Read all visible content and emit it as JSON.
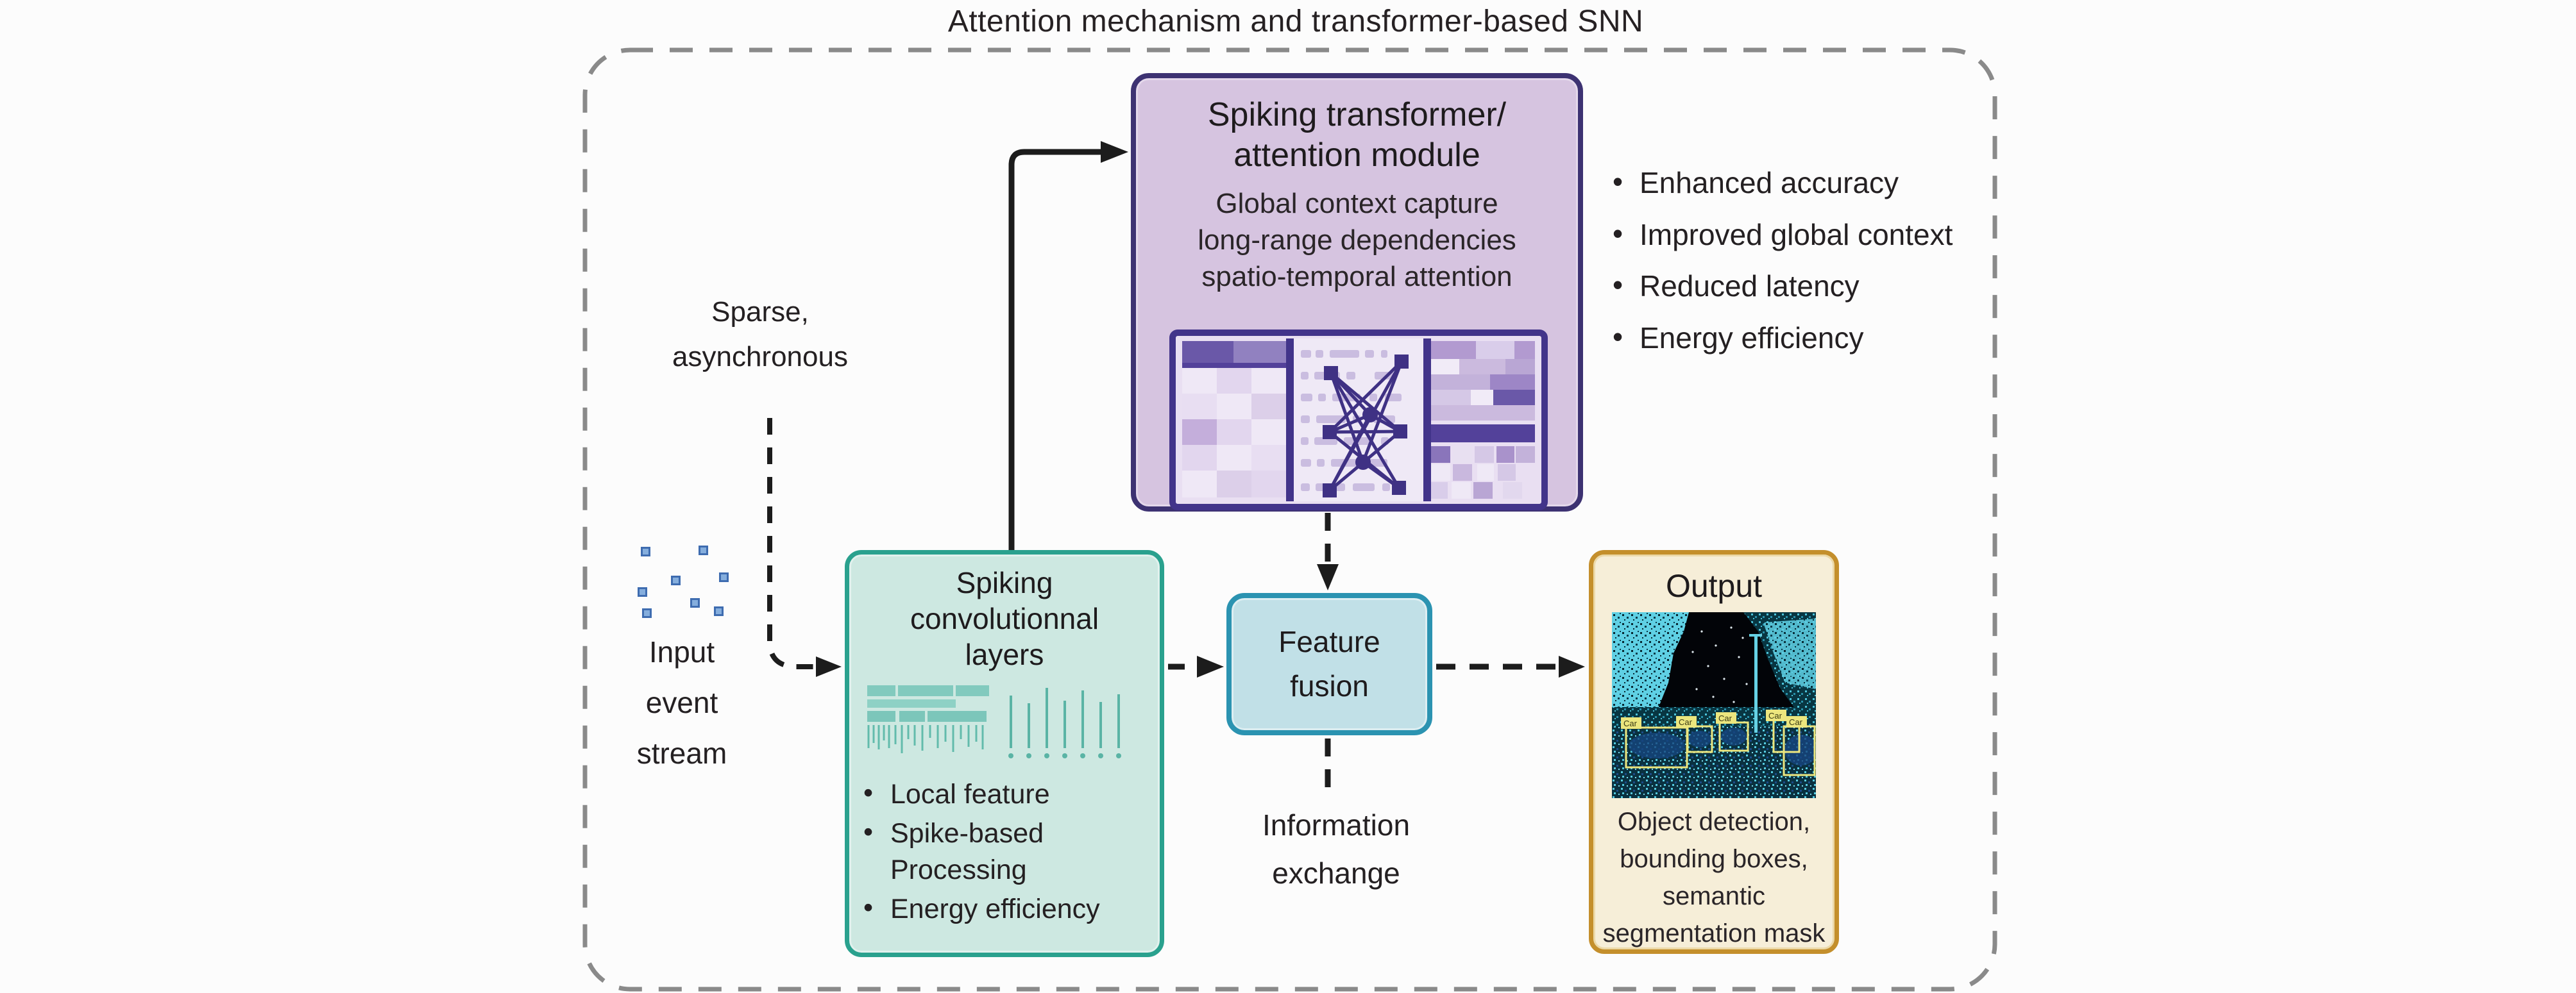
{
  "title": "Attention mechanism and transformer-based SNN",
  "input_stream": {
    "annotation_line1": "Sparse,",
    "annotation_line2": "asynchronous",
    "label_line1": "Input",
    "label_line2": "event",
    "label_line3": "stream"
  },
  "conv_box": {
    "title_line1": "Spiking",
    "title_line2": "convolutionnal",
    "title_line3": "layers",
    "bullets": [
      "Local feature",
      "Spike-based Processing",
      "Energy efficiency"
    ]
  },
  "transformer_box": {
    "title_line1": "Spiking transformer/",
    "title_line2": "attention module",
    "desc_line1": "Global context capture",
    "desc_line2": "long-range dependencies",
    "desc_line3": "spatio-temporal attention"
  },
  "benefits": [
    "Enhanced accuracy",
    "Improved global context",
    "Reduced latency",
    "Energy efficiency"
  ],
  "fusion_box": {
    "title_line1": "Feature",
    "title_line2": "fusion"
  },
  "exchange_label": {
    "line1": "Information",
    "line2": "exchange"
  },
  "output_box": {
    "title": "Output",
    "caption_line1": "Object detection,",
    "caption_line2": "bounding boxes,",
    "caption_line3": "semantic",
    "caption_line4": "segmentation mask",
    "detection_labels": [
      "Car",
      "Car",
      "Car",
      "Car",
      "Car"
    ]
  },
  "colors": {
    "transformer_fill": "#d6c4e0",
    "transformer_border": "#3d3272",
    "conv_fill": "#cde8e1",
    "conv_border": "#2aa18e",
    "fusion_fill": "#c1e0e7",
    "fusion_border": "#2b93b1",
    "output_fill": "#f6eed8",
    "output_border": "#c48f2c",
    "arrow": "#1c1c1c",
    "outer_dashed_frame": "#8a8a8a",
    "event_dot_blue": "#3e6cb0",
    "detection_box_yellow": "#ece67e",
    "event_scene_cyan": "#5fd0e4"
  }
}
